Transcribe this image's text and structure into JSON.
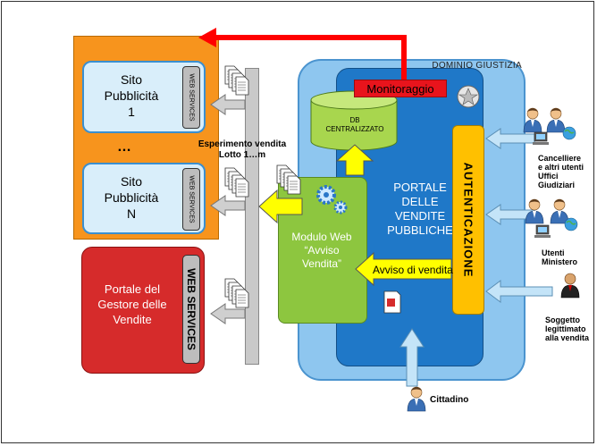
{
  "diagram": {
    "orange_group": {
      "site_1": {
        "title": "Sito\nPubblicità\n1",
        "ws_label": "WEB SERVICES"
      },
      "ellipsis": "…",
      "site_n": {
        "title": "Sito\nPubblicità\nN",
        "ws_label": "WEB SERVICES"
      }
    },
    "gestore": {
      "title": "Portale del\nGestore delle\nVendite",
      "ws_label": "WEB SERVICES"
    },
    "esperimento_label": "Esperimento vendita\nLotto 1…m",
    "dominio_label": "DOMINIO GIUSTIZIA",
    "monitoraggio_label": "Monitoraggio",
    "db_label": "DB\nCENTRALIZZATO",
    "portale_label": "PORTALE\nDELLE\nVENDITE\nPUBBLICHE",
    "modulo_label": "Modulo Web\n“Avviso\nVendita”",
    "avviso_label": "Avviso di vendita",
    "auth_label": "AUTENTICAZIONE",
    "actors": {
      "cancellieri": "Cancelliere\ne altri utenti\nUffici\nGiudiziari",
      "ministero": "Utenti\nMinistero",
      "soggetto": "Soggetto\nlegittimato\nalla vendita",
      "cittadino": "Cittadino"
    },
    "colors": {
      "orange": "#f7941d",
      "red_portal": "#d62b2b",
      "dominio": "#8ec6ef",
      "portale": "#1f78c8",
      "modulo": "#8dc63f",
      "auth": "#ffc000",
      "monitor_arrow": "#ff0000"
    }
  }
}
